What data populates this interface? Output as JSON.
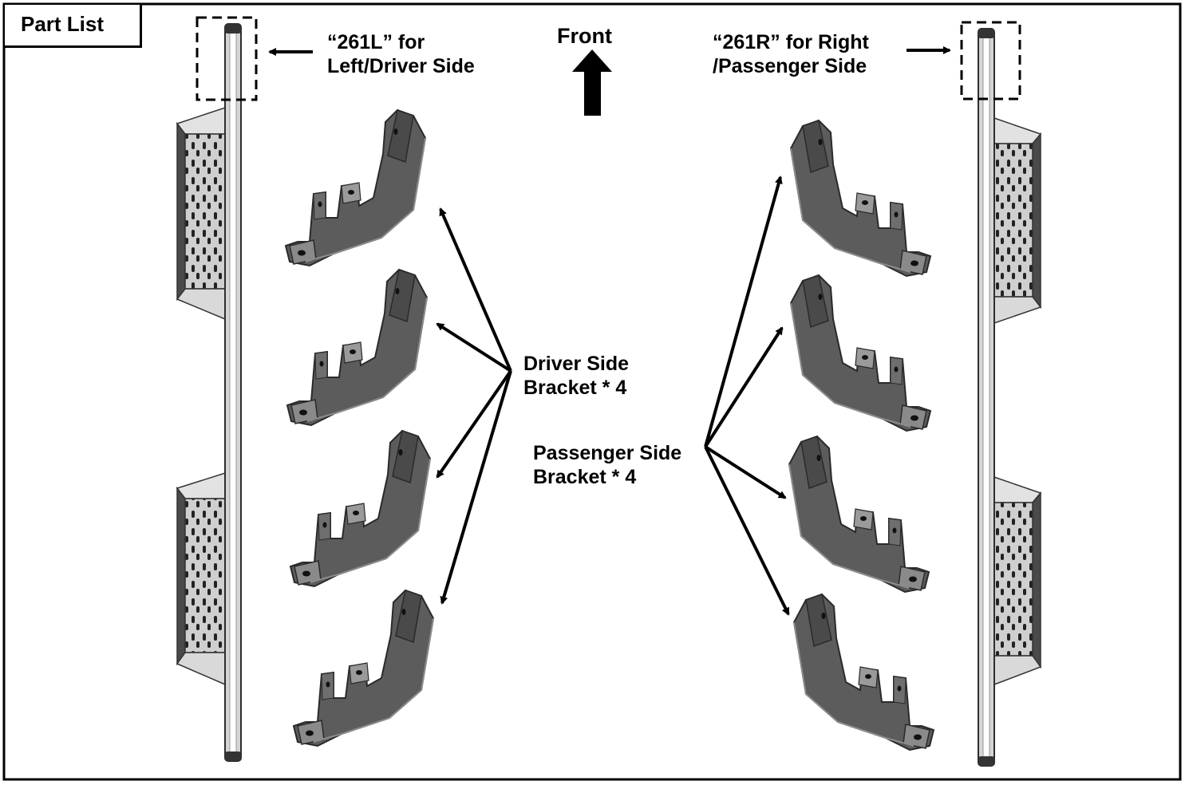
{
  "title": "Part List",
  "labels": {
    "left_bar_1": "“261L” for",
    "left_bar_2": "Left/Driver Side",
    "front": "Front",
    "right_bar_1": "“261R” for Right",
    "right_bar_2": "/Passenger Side",
    "driver_1": "Driver Side",
    "driver_2": "Bracket * 4",
    "passenger_1": "Passenger Side",
    "passenger_2": "Bracket * 4"
  },
  "colors": {
    "line": "#000000",
    "bracket_fill": "#5a5a5a",
    "bracket_edge": "#2a2a2a",
    "bar_fill": "#d4d4d4",
    "step_fill": "#b8b8b8",
    "step_dark": "#3a3a3a"
  }
}
